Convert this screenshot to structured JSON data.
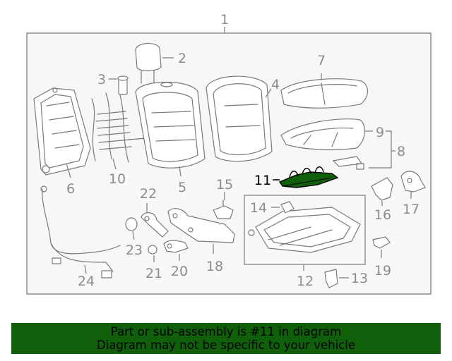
{
  "diagram": {
    "callouts": [
      "1",
      "2",
      "3",
      "4",
      "5",
      "6",
      "7",
      "8",
      "9",
      "10",
      "11",
      "12",
      "13",
      "14",
      "15",
      "16",
      "17",
      "18",
      "19",
      "20",
      "21",
      "22",
      "23",
      "24"
    ],
    "highlighted": "11",
    "highlight_color": "#0f5f0b"
  },
  "banner": {
    "line1": "Part or sub-assembly is #11 in diagram",
    "line2": "Diagram may not be specific to your vehicle",
    "background": "#0f5f0b"
  }
}
